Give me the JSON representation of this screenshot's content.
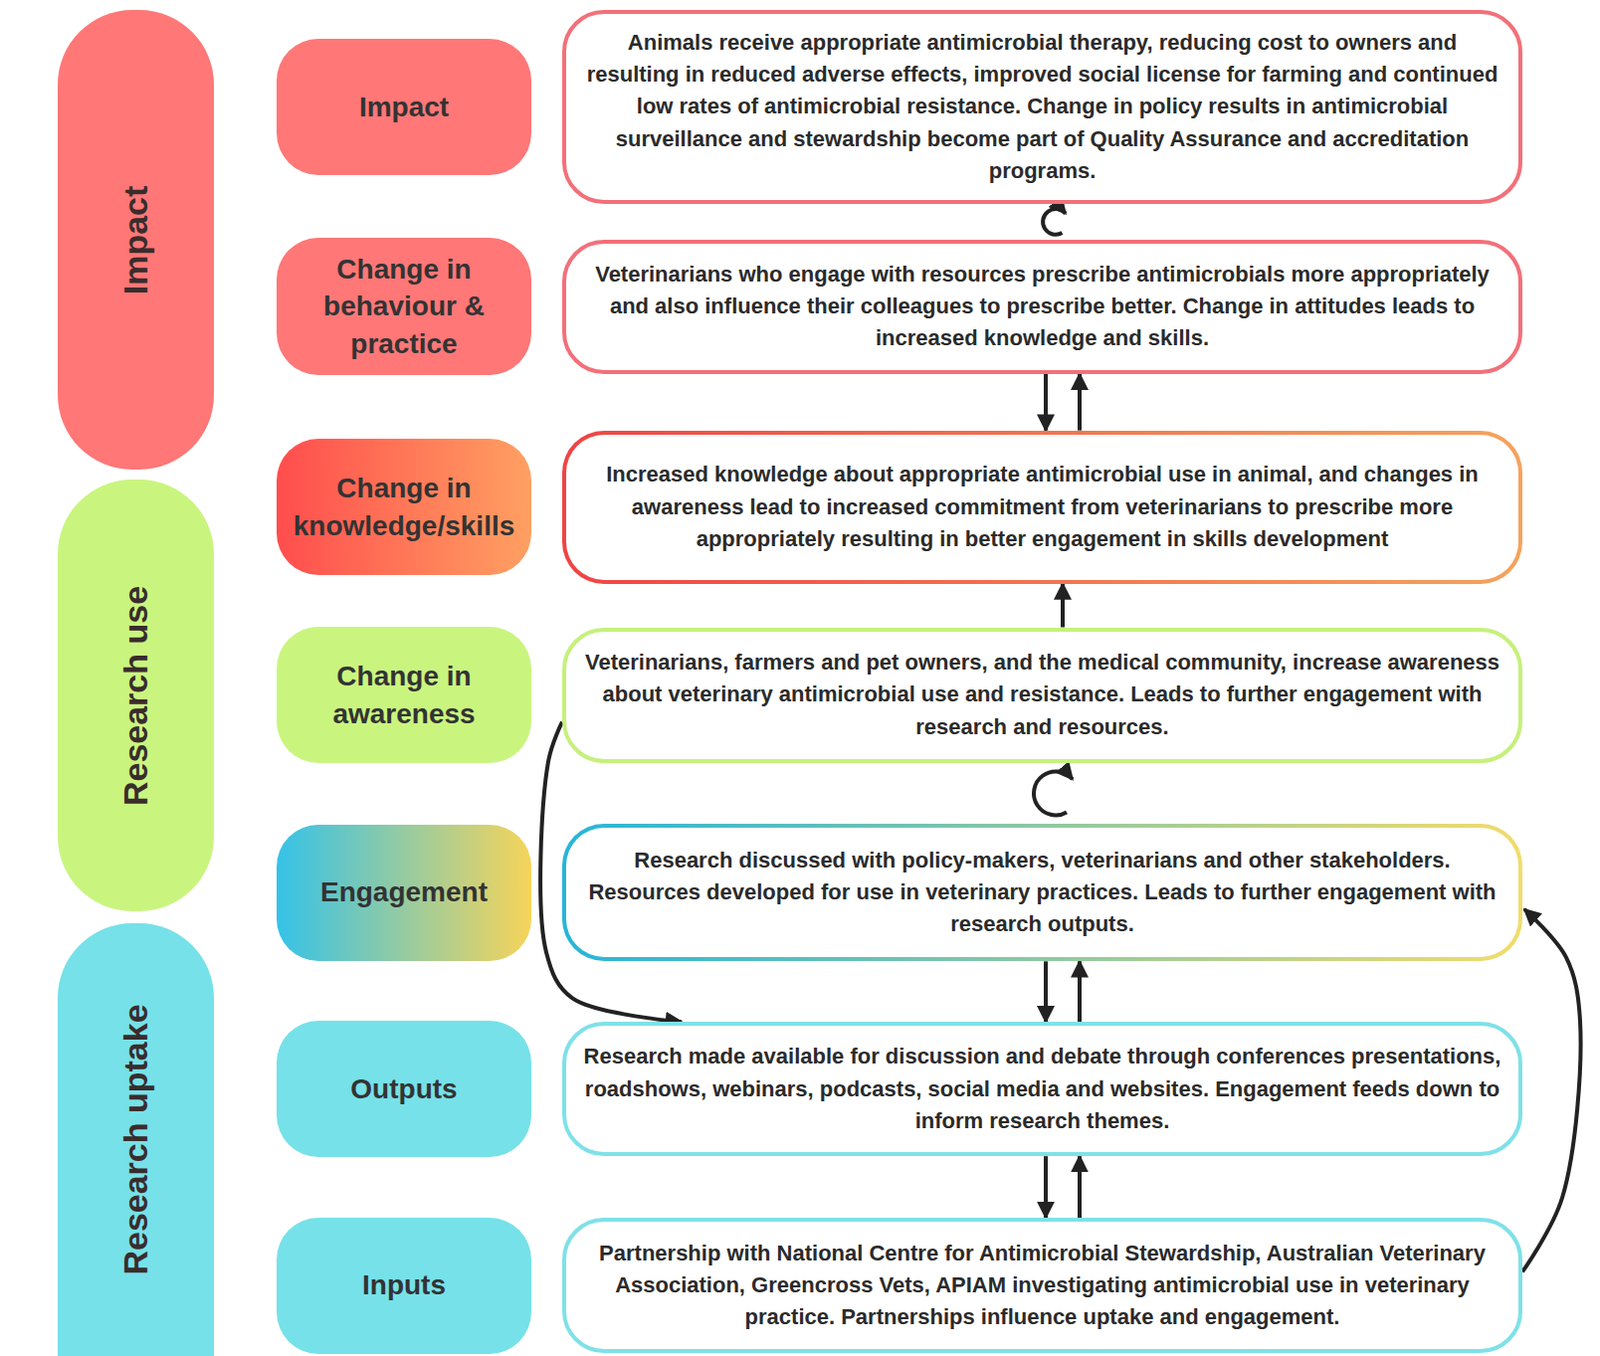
{
  "diagram": {
    "nodes": [
      {
        "text": [
          "Impact"
        ]
      },
      {
        "text": [
          "Research use"
        ]
      },
      {
        "text": [
          "Research uptake"
        ]
      },
      {
        "text": [
          "Impact"
        ]
      },
      {
        "text": [
          "Animals receive appropriate antimicrobial therapy, reducing cost to owners and resulting in reduced adverse effects, improved social license for farming and continued low rates of antimicrobial resistance. Change in policy results in antimicrobial surveillance and stewardship become part of Quality Assurance and accreditation programs."
        ]
      },
      {
        "text": [
          "Change in behaviour & practice"
        ]
      },
      {
        "text": [
          "Veterinarians who engage with resources prescribe antimicrobials more appropriately and also influence their colleagues to prescribe better. Change in attitudes leads to increased knowledge and skills."
        ]
      },
      {
        "text": [
          "Change in knowledge/skills"
        ]
      },
      {
        "text": [
          "Increased knowledge about appropriate antimicrobial use in animal, and changes in awareness lead to increased commitment from veterinarians to prescribe more appropriately resulting in better engagement in skills development"
        ]
      },
      {
        "text": [
          "Change in awareness"
        ]
      },
      {
        "text": [
          "Veterinarians, farmers and pet owners, and the medical community, increase awareness about veterinary antimicrobial use and resistance. Leads to further engagement with research and resources."
        ]
      },
      {
        "text": [
          "Engagement"
        ]
      },
      {
        "text": [
          "Research discussed with policy-makers, veterinarians and other stakeholders. Resources developed for use in veterinary practices. Leads to further engagement with research outputs."
        ]
      },
      {
        "text": [
          "Outputs"
        ]
      },
      {
        "text": [
          "Research made available for discussion and debate through conferences presentations, roadshows, webinars, podcasts, social media and websites. Engagement feeds down to inform research themes."
        ]
      },
      {
        "text": [
          "Inputs"
        ]
      },
      {
        "text": [
          "Partnership with National Centre for Antimicrobial Stewardship, Australian Veterinary Association, Greencross Vets, APIAM investigating antimicrobial use in veterinary practice. Partnerships influence uptake and engagement."
        ]
      }
    ],
    "edges": [
      {
        "from": 6,
        "to": 8,
        "arrow": "to"
      },
      {
        "from": 8,
        "to": 6,
        "arrow": "to"
      },
      {
        "from": 10,
        "to": 8,
        "arrow": "to"
      },
      {
        "from": 10,
        "to": 14,
        "arrow": "to"
      },
      {
        "from": 12,
        "to": 14,
        "arrow": "to"
      },
      {
        "from": 14,
        "to": 12,
        "arrow": "to"
      },
      {
        "from": 14,
        "to": 16,
        "arrow": "to"
      },
      {
        "from": 16,
        "to": 14,
        "arrow": "to"
      },
      {
        "from": 16,
        "to": 12,
        "arrow": "to"
      }
    ]
  }
}
